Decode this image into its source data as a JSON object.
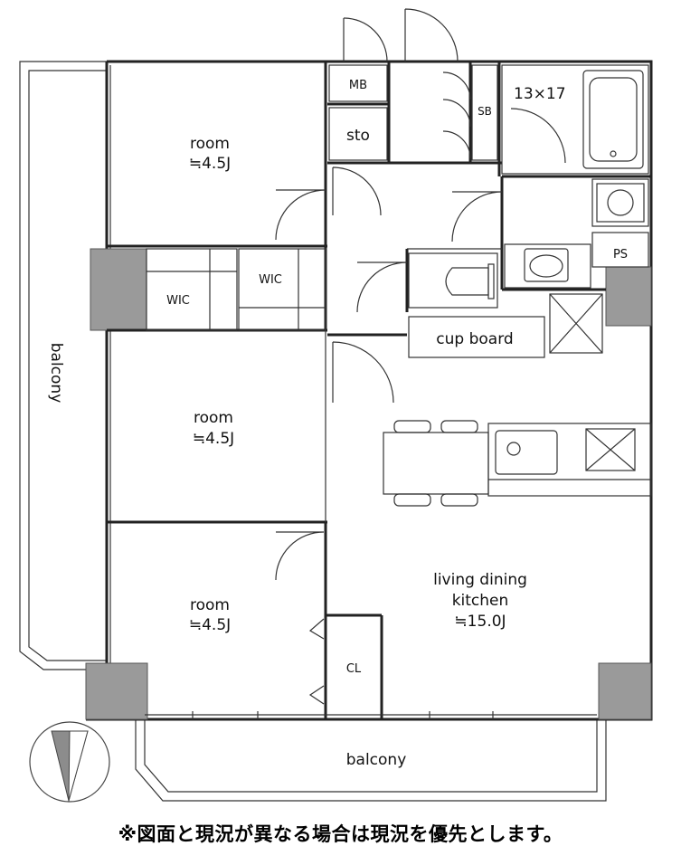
{
  "rooms": {
    "room_top": {
      "name": "room",
      "size": "≒4.5J"
    },
    "room_middle": {
      "name": "room",
      "size": "≒4.5J"
    },
    "room_bottom": {
      "name": "room",
      "size": "≒4.5J"
    },
    "ldk": {
      "name_line1": "living dining",
      "name_line2": "kitchen",
      "size": "≒15.0J"
    }
  },
  "labels": {
    "wic_left": "WIC",
    "wic_right": "WIC",
    "mb": "MB",
    "sto": "sto",
    "sb": "SB",
    "bath_size": "13×17",
    "ps": "PS",
    "cupboard": "cup board",
    "cl": "CL",
    "balcony_left": "balcony",
    "balcony_bottom": "balcony"
  },
  "note": "※図面と現況が異なる場合は現況を優先とします。"
}
